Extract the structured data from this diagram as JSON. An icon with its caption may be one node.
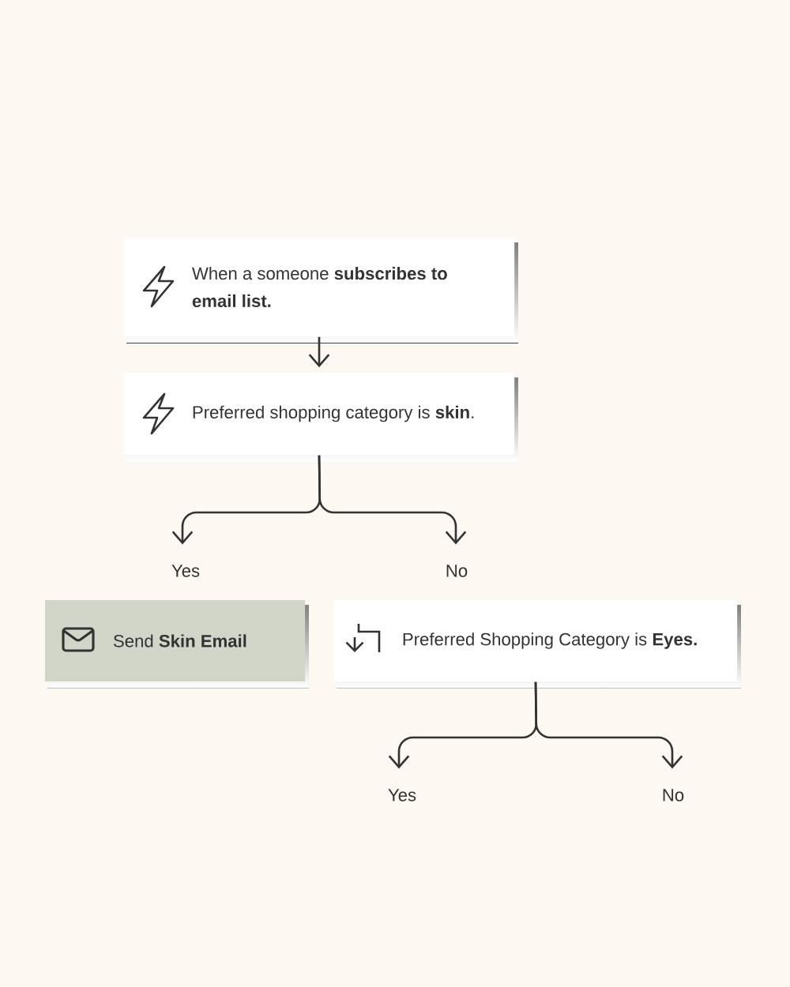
{
  "diagram": {
    "nodes": [
      {
        "text": [
          "When a someone **subscribes to email list.**"
        ]
      },
      {
        "text": [
          "Preferred shopping category is **skin**."
        ]
      },
      {
        "text": [
          "Yes"
        ]
      },
      {
        "text": [
          "No"
        ]
      },
      {
        "text": [
          "Send **Skin Email**"
        ]
      },
      {
        "text": [
          "Preferred Shopping Category is **Eyes.**"
        ]
      },
      {
        "text": [
          "Yes"
        ]
      },
      {
        "text": [
          "No"
        ]
      }
    ],
    "edges": [
      {
        "from": 0,
        "to": 1,
        "arrow": "to"
      },
      {
        "from": 1,
        "to": 2,
        "arrow": "to"
      },
      {
        "from": 1,
        "to": 3,
        "arrow": "to"
      },
      {
        "from": 5,
        "to": 6,
        "arrow": "to"
      },
      {
        "from": 5,
        "to": 7,
        "arrow": "to"
      }
    ]
  }
}
